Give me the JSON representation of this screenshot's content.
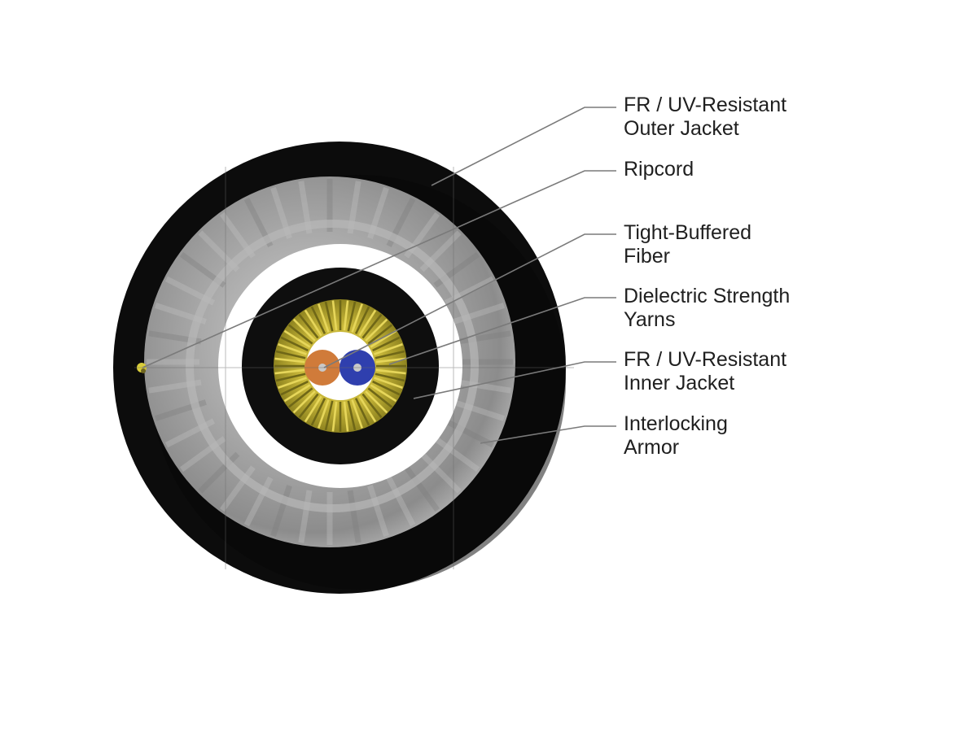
{
  "diagram": {
    "callouts": [
      {
        "id": "outer-jacket",
        "lines": [
          "FR / UV-Resistant",
          "Outer Jacket"
        ]
      },
      {
        "id": "ripcord",
        "lines": [
          "Ripcord"
        ]
      },
      {
        "id": "tight-buffered-fiber",
        "lines": [
          "Tight-Buffered",
          "Fiber"
        ]
      },
      {
        "id": "strength-yarns",
        "lines": [
          "Dielectric Strength",
          "Yarns"
        ]
      },
      {
        "id": "inner-jacket",
        "lines": [
          "FR / UV-Resistant",
          "Inner Jacket"
        ]
      },
      {
        "id": "armor",
        "lines": [
          "Interlocking",
          "Armor"
        ]
      }
    ],
    "colors": {
      "outer_jacket": "#0c0c0c",
      "armor": "#9a9a9a",
      "inner_gap": "#ffffff",
      "inner_jacket": "#0e0e0e",
      "yarn": "#b3a52c",
      "fiber_orange": "#d07b3a",
      "fiber_blue": "#2f3fae",
      "ripcord": "#d8cc3a",
      "leader": "#7a7a7a"
    }
  }
}
